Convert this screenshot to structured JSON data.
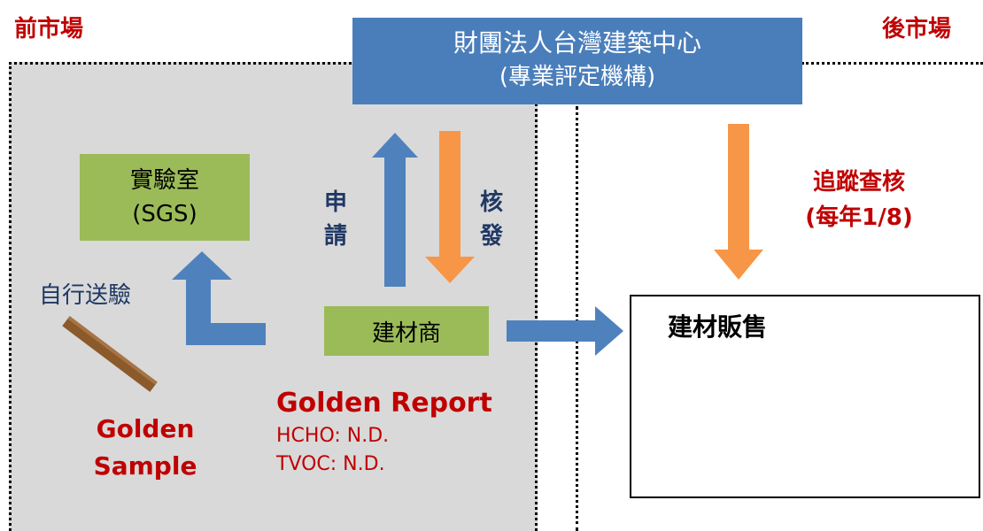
{
  "zones": {
    "front_market": "前市場",
    "back_market": "後市場"
  },
  "org": {
    "name": "財團法人台灣建築中心",
    "role": "(專業評定機構)"
  },
  "lab": {
    "line1": "實驗室",
    "line2": "(SGS)"
  },
  "dealer": "建材商",
  "arrows": {
    "apply": [
      "申",
      "請"
    ],
    "issue": [
      "核",
      "發"
    ],
    "self_test": "自行送驗"
  },
  "tracking": {
    "line1": "追蹤查核",
    "line2": "(每年1/8)"
  },
  "sales": {
    "title": "建材販售"
  },
  "report": {
    "title": "Golden Report",
    "line1": "HCHO: N.D.",
    "line2": "TVOC: N.D."
  },
  "sample": {
    "line1": "Golden",
    "line2": "Sample"
  },
  "colors": {
    "blue_box": "#4a7ebb",
    "green_box": "#9bbb59",
    "orange_arrow": "#f79646",
    "blue_arrow": "#4f81bd",
    "red_text": "#c00000",
    "gray_area": "#d9d9d9",
    "plank": "#8b5a2b"
  }
}
